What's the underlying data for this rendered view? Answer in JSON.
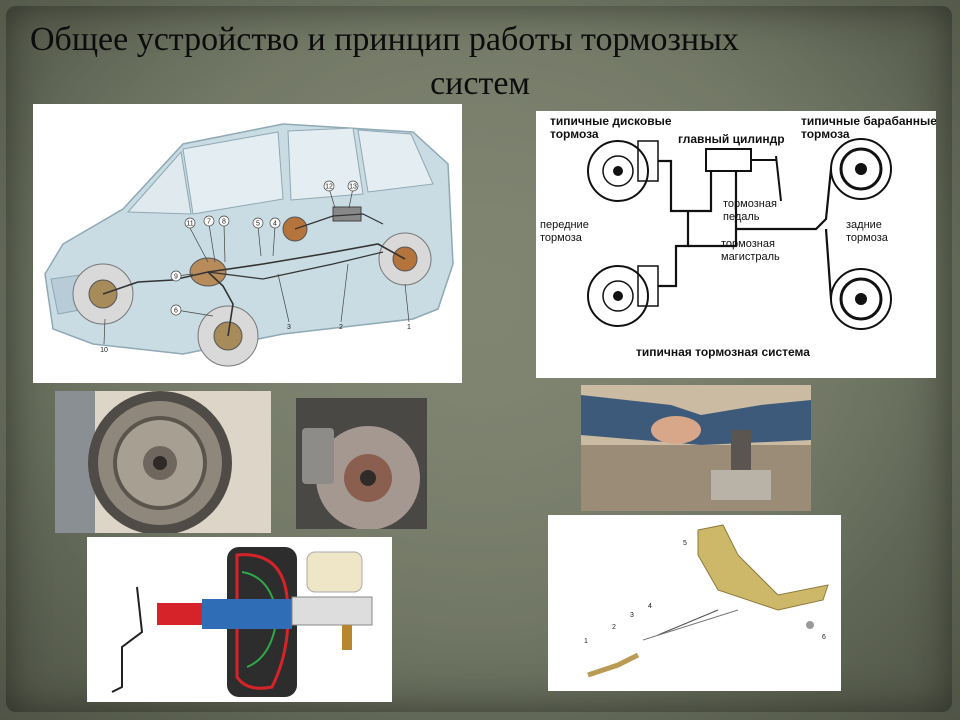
{
  "slide": {
    "title_line1": "Общее устройство и принцип работы тормозных",
    "title_line2": "систем"
  },
  "car_diagram": {
    "callouts": [
      "12",
      "13",
      "11",
      "7",
      "8",
      "5",
      "4",
      "9",
      "6",
      "3",
      "2",
      "1",
      "10"
    ]
  },
  "system_diagram": {
    "disc_brakes_label_1": "типичные дисковые",
    "disc_brakes_label_2": "тормоза",
    "master_cylinder_label": "главный цилиндр",
    "drum_brakes_label_1": "типичные барабанные",
    "drum_brakes_label_2": "тормоза",
    "front_brakes_label_1": "передние",
    "front_brakes_label_2": "тормоза",
    "pedal_label_1": "тормозная",
    "pedal_label_2": "педаль",
    "line_label_1": "тормозная",
    "line_label_2": "магистраль",
    "rear_brakes_label_1": "задние",
    "rear_brakes_label_2": "тормоза",
    "caption": "типичная тормозная система"
  },
  "parking_diagram": {
    "callouts": [
      "5",
      "4",
      "3",
      "2",
      "1",
      "6"
    ]
  },
  "colors": {
    "background": "#6c7260",
    "car_body": "#c9dbe3",
    "brake_line": "#333333",
    "booster_red": "#d6232a",
    "booster_blue": "#2f6db6",
    "linkage_yellow": "#cdb86a"
  }
}
